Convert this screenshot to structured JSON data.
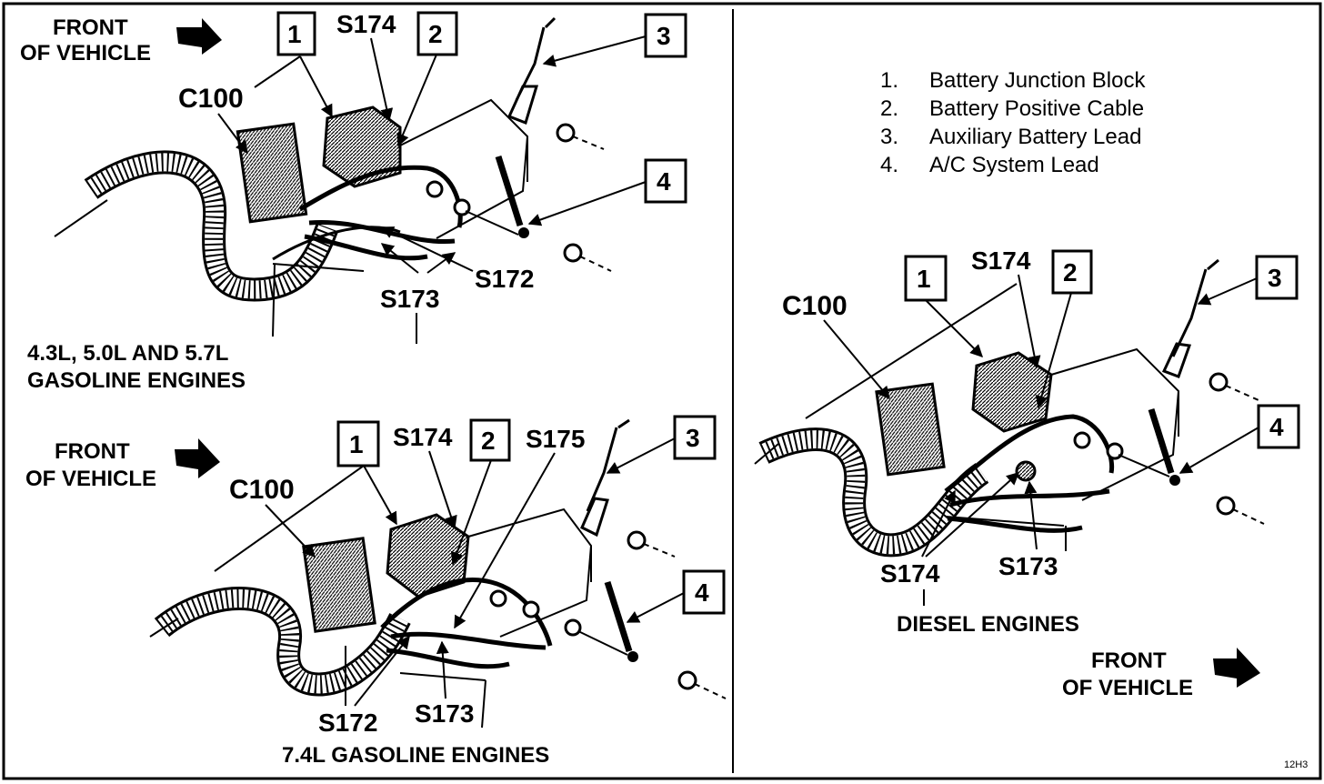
{
  "diagram": {
    "legend": [
      {
        "number": "1.",
        "text": "Battery Junction Block"
      },
      {
        "number": "2.",
        "text": "Battery Positive Cable"
      },
      {
        "number": "3.",
        "text": "Auxiliary Battery Lead"
      },
      {
        "number": "4.",
        "text": "A/C System Lead"
      }
    ],
    "front_line1": "FRONT",
    "front_line2": "OF VEHICLE",
    "connector": "C100",
    "splices": {
      "s172": "S172",
      "s173": "S173",
      "s174": "S174",
      "s175": "S175"
    },
    "callouts": [
      "1",
      "2",
      "3",
      "4"
    ],
    "view_top_left": {
      "caption_line1": "4.3L, 5.0L AND 5.7L",
      "caption_line2": "GASOLINE ENGINES"
    },
    "view_bottom_left": {
      "caption": "7.4L GASOLINE ENGINES"
    },
    "view_right": {
      "caption": "DIESEL ENGINES"
    },
    "figure_id": "12H3"
  }
}
